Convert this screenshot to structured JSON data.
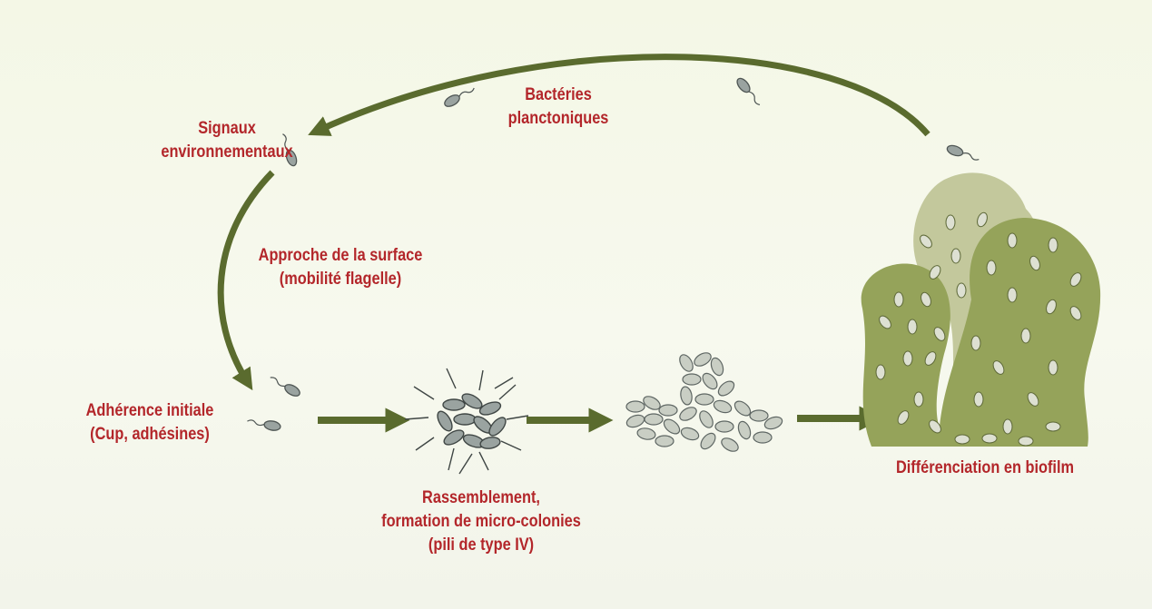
{
  "labels": {
    "bacteries_line1": "Bactéries",
    "bacteries_line2": "planctoniques",
    "signaux_line1": "Signaux",
    "signaux_line2": "environnementaux",
    "approche_line1": "Approche de la surface",
    "approche_line2": "(mobilité flagelle)",
    "adherence_line1": "Adhérence initiale",
    "adherence_line2": "(Cup, adhésines)",
    "rassemblement_line1": "Rassemblement,",
    "rassemblement_line2": "formation de micro-colonies",
    "rassemblement_line3": "(pili de type IV)",
    "differenciation": "Différenciation en biofilm"
  },
  "colors": {
    "label_red": "#b3262a",
    "arrow_green": "#5a6b2e",
    "biofilm_back": "#c3c89c",
    "biofilm_front": "#95a35a",
    "cell_fill": "#d9ddd0",
    "bacterium_fill": "#9aa3a0"
  },
  "icons": [
    "bacterium-icon",
    "micro-colony-icon",
    "cell-cluster-icon",
    "biofilm-icon"
  ]
}
